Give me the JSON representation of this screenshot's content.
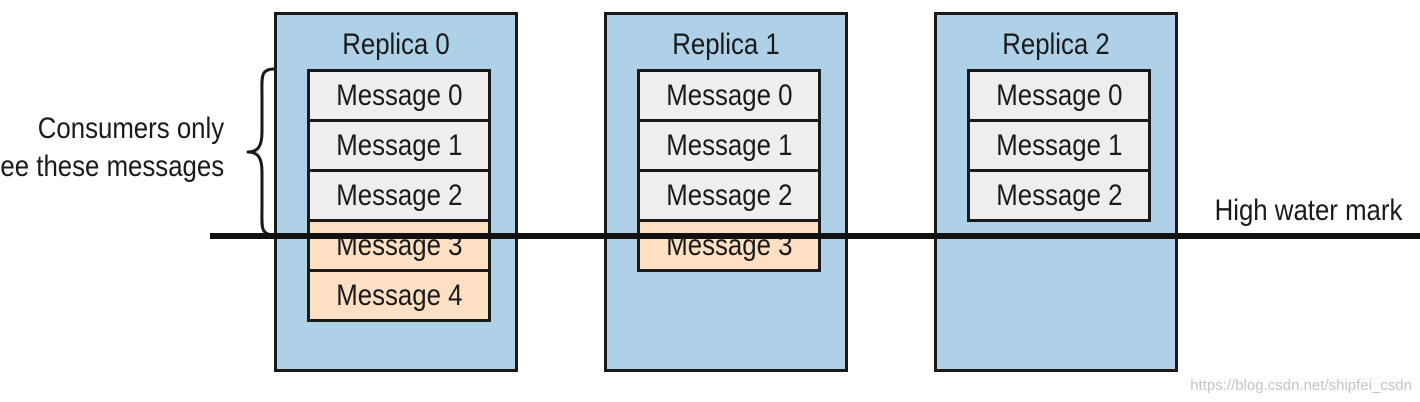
{
  "consumer_note": {
    "line1": "Consumers only",
    "line2": "see these messages"
  },
  "high_water_mark": {
    "label": "High water mark"
  },
  "replicas": [
    {
      "title": "Replica 0",
      "messages": [
        {
          "label": "Message 0",
          "state": "committed"
        },
        {
          "label": "Message 1",
          "state": "committed"
        },
        {
          "label": "Message 2",
          "state": "committed"
        },
        {
          "label": "Message 3",
          "state": "uncommitted"
        },
        {
          "label": "Message 4",
          "state": "uncommitted"
        }
      ]
    },
    {
      "title": "Replica 1",
      "messages": [
        {
          "label": "Message 0",
          "state": "committed"
        },
        {
          "label": "Message 1",
          "state": "committed"
        },
        {
          "label": "Message 2",
          "state": "committed"
        },
        {
          "label": "Message 3",
          "state": "uncommitted"
        }
      ]
    },
    {
      "title": "Replica 2",
      "messages": [
        {
          "label": "Message 0",
          "state": "committed"
        },
        {
          "label": "Message 1",
          "state": "committed"
        },
        {
          "label": "Message 2",
          "state": "committed"
        }
      ]
    }
  ],
  "watermark": "https://blog.csdn.net/shipfei_csdn",
  "colors": {
    "replica_fill": "#afd1e8",
    "committed_fill": "#eeeeee",
    "uncommitted_fill": "#fde0c3",
    "stroke": "#1a1a1a"
  }
}
